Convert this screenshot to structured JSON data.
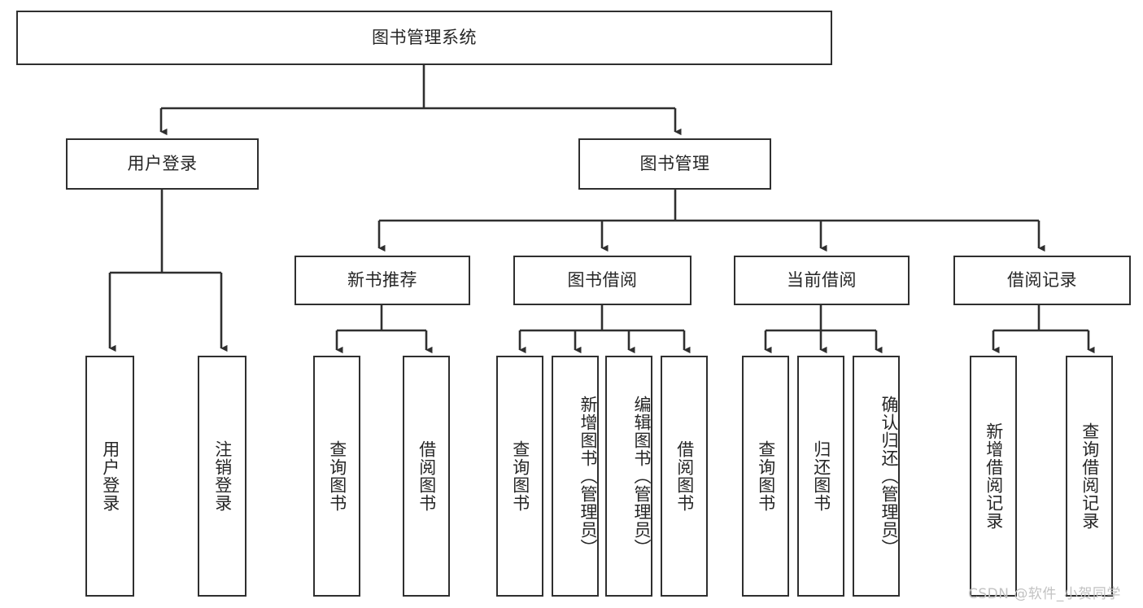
{
  "diagram": {
    "type": "tree",
    "title": "图书管理系统",
    "orientation": "top-down",
    "style": {
      "box_fill": "#ffffff",
      "box_stroke": "#2f2f2f",
      "connector_color": "#2f2f2f",
      "text_color": "#262626",
      "background": "#ffffff"
    },
    "root": {
      "label": "图书管理系统",
      "text_direction": "horizontal"
    },
    "level2": [
      {
        "label": "用户登录",
        "text_direction": "horizontal"
      },
      {
        "label": "图书管理",
        "text_direction": "horizontal"
      }
    ],
    "level3": [
      {
        "label": "新书推荐",
        "text_direction": "horizontal"
      },
      {
        "label": "图书借阅",
        "text_direction": "horizontal"
      },
      {
        "label": "当前借阅",
        "text_direction": "horizontal"
      },
      {
        "label": "借阅记录",
        "text_direction": "horizontal"
      }
    ],
    "leaves": {
      "user_login": [
        {
          "label": "用户登录",
          "text_direction": "vertical"
        },
        {
          "label": "注销登录",
          "text_direction": "vertical"
        }
      ],
      "new_book_recommend": [
        {
          "label": "查询图书",
          "text_direction": "vertical"
        },
        {
          "label": "借阅图书",
          "text_direction": "vertical"
        }
      ],
      "book_borrow": [
        {
          "label": "查询图书",
          "text_direction": "vertical"
        },
        {
          "label": "新增图书（管理员）",
          "text_direction": "vertical"
        },
        {
          "label": "编辑图书（管理员）",
          "text_direction": "vertical"
        },
        {
          "label": "借阅图书",
          "text_direction": "vertical"
        }
      ],
      "current_borrow": [
        {
          "label": "查询图书",
          "text_direction": "vertical"
        },
        {
          "label": "归还图书",
          "text_direction": "vertical"
        },
        {
          "label": "确认归还（管理员）",
          "text_direction": "vertical"
        }
      ],
      "borrow_record": [
        {
          "label": "新增借阅记录",
          "text_direction": "vertical"
        },
        {
          "label": "查询借阅记录",
          "text_direction": "vertical"
        }
      ]
    }
  },
  "watermark": {
    "text": "CSDN @软件_小贺同学"
  }
}
